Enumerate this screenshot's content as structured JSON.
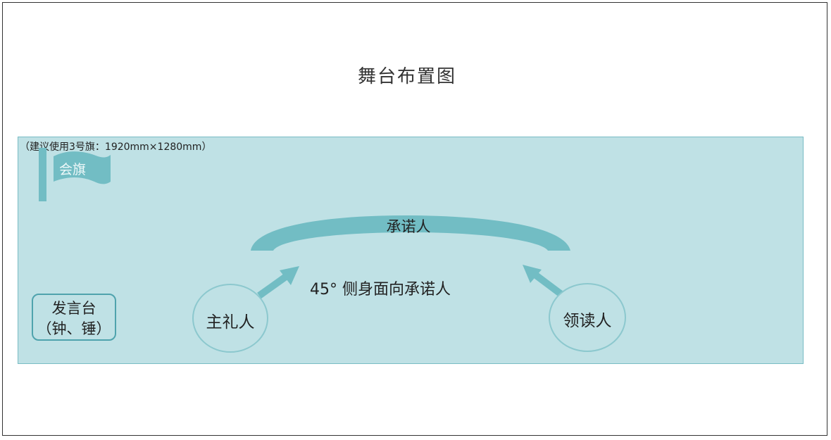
{
  "title": "舞台布置图",
  "flag_note": "（建议使用3号旗：1920mm×1280mm）",
  "flag_label": "会旗",
  "arc_label": "承诺人",
  "instruction": "45° 侧身面向承诺人",
  "podium": {
    "line1": "发言台",
    "line2": "（钟、锤）"
  },
  "officiant": "主礼人",
  "reader": "领读人",
  "colors": {
    "stage_fill": "#bfe1e5",
    "stage_border": "#78bcc4",
    "shape_fill": "#72bdc4",
    "text": "#222222"
  }
}
